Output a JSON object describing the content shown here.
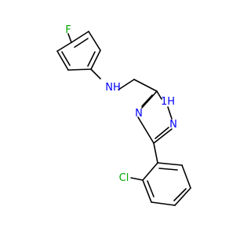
{
  "molecule": {
    "labels": {
      "fluorine": "F",
      "amine_nh": "NH",
      "triazole_nh": "1H",
      "triazole_n_left": "N",
      "triazole_n_right": "N",
      "chlorine": "Cl"
    },
    "colors": {
      "background": "#ffffff",
      "bond": "#000000",
      "nitrogen": "#0000ff",
      "fluorine": "#00a800",
      "chlorine": "#00a800"
    }
  }
}
